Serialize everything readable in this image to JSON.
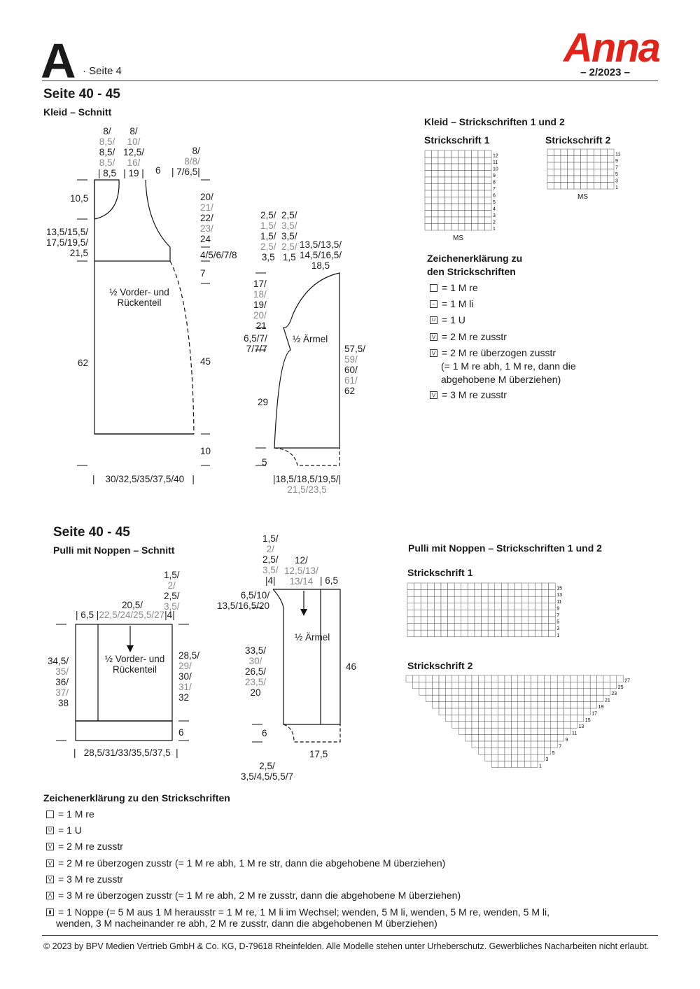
{
  "header": {
    "letter": "A",
    "page": "· Seite 4",
    "brand": "Anna",
    "issue": "– 2/2023 –"
  },
  "section1": {
    "title": "Seite 40 - 45",
    "subtitle": "Kleid – Schnitt",
    "charts_title": "Kleid – Strickschriften 1 und 2",
    "chart1_title": "Strickschrift 1",
    "chart2_title": "Strickschrift 2",
    "ms": "MS",
    "chart1_rows": [
      "12",
      "11",
      "10",
      "9",
      "8",
      "7",
      "6",
      "5",
      "4",
      "3",
      "2",
      "1"
    ],
    "chart2_rows": [
      "11",
      "9",
      "7",
      "5",
      "3",
      "1"
    ],
    "body_label_1": "½ Vorder- und",
    "body_label_2": "Rückenteil",
    "sleeve_label": "½ Ärmel",
    "legend_title_1": "Zeichenerklärung zu",
    "legend_title_2": "den Strickschriften",
    "legend": [
      "= 1 M re",
      "= 1 M li",
      "= 1 U",
      "= 2 M re zusstr",
      "= 2 M re überzogen zusstr",
      "(= 1 M re abh, 1 M re, dann die",
      "abgehobene M überziehen)",
      "= 3 M re zusstr"
    ]
  },
  "section2": {
    "title": "Seite 40 - 45",
    "subtitle": "Pulli mit Noppen – Schnitt",
    "charts_title": "Pulli mit Noppen – Strickschriften 1 und 2",
    "chart1_title": "Strickschrift 1",
    "chart2_title": "Strickschrift 2",
    "chart1_rows": [
      "15",
      "13",
      "11",
      "9",
      "7",
      "5",
      "3",
      "1"
    ],
    "chart2_rows": [
      "27",
      "25",
      "23",
      "21",
      "19",
      "17",
      "15",
      "13",
      "11",
      "9",
      "7",
      "5",
      "3",
      "1"
    ],
    "body_label_1": "½ Vorder- und",
    "body_label_2": "Rückenteil",
    "sleeve_label": "½ Ärmel"
  },
  "legend2": {
    "title": "Zeichenerklärung zu den Strickschriften",
    "items": [
      "= 1 M re",
      "= 1 U",
      "= 2 M re zusstr",
      "= 2 M re überzogen zusstr (= 1 M re abh, 1 M re str, dann die abgehobene M überziehen)",
      "= 3 M re zusstr",
      "= 3 M re überzogen zusstr (= 1 M re abh, 2 M re zusstr, dann die abgehobene M überziehen)",
      "= 1 Noppe (= 5 M aus 1 M herausstr = 1 M re, 1 M li im Wechsel; wenden, 5 M li, wenden, 5 M re, wenden, 5 M li,",
      "wenden, 3 M nacheinander re abh, 2 M re zusstr, dann die abgehobenen M überziehen)"
    ]
  },
  "footer": "© 2023 by BPV Medien Vertrieb GmbH & Co. KG, D-79618 Rheinfelden. Alle Modelle stehen unter Urheberschutz. Gewerbliches Nacharbeiten nicht erlaubt.",
  "dims1": {
    "top_a": [
      "8/",
      "8,5/",
      "8,5/",
      "8,5/",
      "8,5"
    ],
    "top_b": [
      "8/",
      "10/",
      "12,5/",
      "16/",
      "19"
    ],
    "top_c": "6",
    "top_d": [
      "8/",
      "8/8/",
      "7/6,5"
    ],
    "left_105": "10,5",
    "left_135": [
      "13,5/15,5/",
      "17,5/19,5/",
      "21,5"
    ],
    "left_62": "62",
    "right_20": [
      "20/",
      "21/",
      "22/",
      "23/",
      "24"
    ],
    "right_4": "4/5/6/7/8",
    "right_7": "7",
    "right_45": "45",
    "right_10": "10",
    "bottom": "30/32,5/35/37,5/40",
    "sl_top_a": [
      "2,5/",
      "1,5/",
      "1,5/",
      "2,5/",
      "3,5"
    ],
    "sl_top_b": [
      "2,5/",
      "3,5/",
      "3,5/",
      "2,5/",
      "1,5"
    ],
    "sl_top_c": [
      "13,5/13,5/",
      "14,5/16,5/",
      "18,5"
    ],
    "sl_left_17": [
      "17/",
      "18/",
      "19/",
      "20/",
      "21"
    ],
    "sl_left_65": [
      "6,5/7/",
      "7/7/7"
    ],
    "sl_left_29": "29",
    "sl_left_5": "5",
    "sl_right": [
      "57,5/",
      "59/",
      "60/",
      "61/",
      "62"
    ],
    "sl_bottom": [
      "18,5/18,5/19,5/",
      "21,5/23,5"
    ]
  },
  "dims2": {
    "top_15": [
      "1,5/",
      "2/",
      "2,5/",
      "3,5/"
    ],
    "top_205": "20,5/",
    "top_65": "6,5",
    "top_225": "22,5/24/25,5/27",
    "top_4": "4",
    "left": [
      "34,5/",
      "35/",
      "36/",
      "37/",
      "38"
    ],
    "right": [
      "28,5/",
      "29/",
      "30/",
      "31/",
      "32"
    ],
    "right_6": "6",
    "bottom": "28,5/31/33/35,5/37,5",
    "sl_top_15": [
      "1,5/",
      "2/",
      "2,5/",
      "3,5/"
    ],
    "sl_top_4": "4",
    "sl_top_12": [
      "12/",
      "12,5/13/",
      "13/14"
    ],
    "sl_top_65": "6,5",
    "sl_left_65": [
      "6,5/10/",
      "13,5/16,5/20"
    ],
    "sl_left_335": [
      "33,5/",
      "30/",
      "26,5/",
      "23,5/",
      "20"
    ],
    "sl_left_6": "6",
    "sl_right": "46",
    "sl_bottom_175": "17,5",
    "sl_bottom": [
      "2,5/",
      "3,5/4,5/5,5/7"
    ]
  }
}
